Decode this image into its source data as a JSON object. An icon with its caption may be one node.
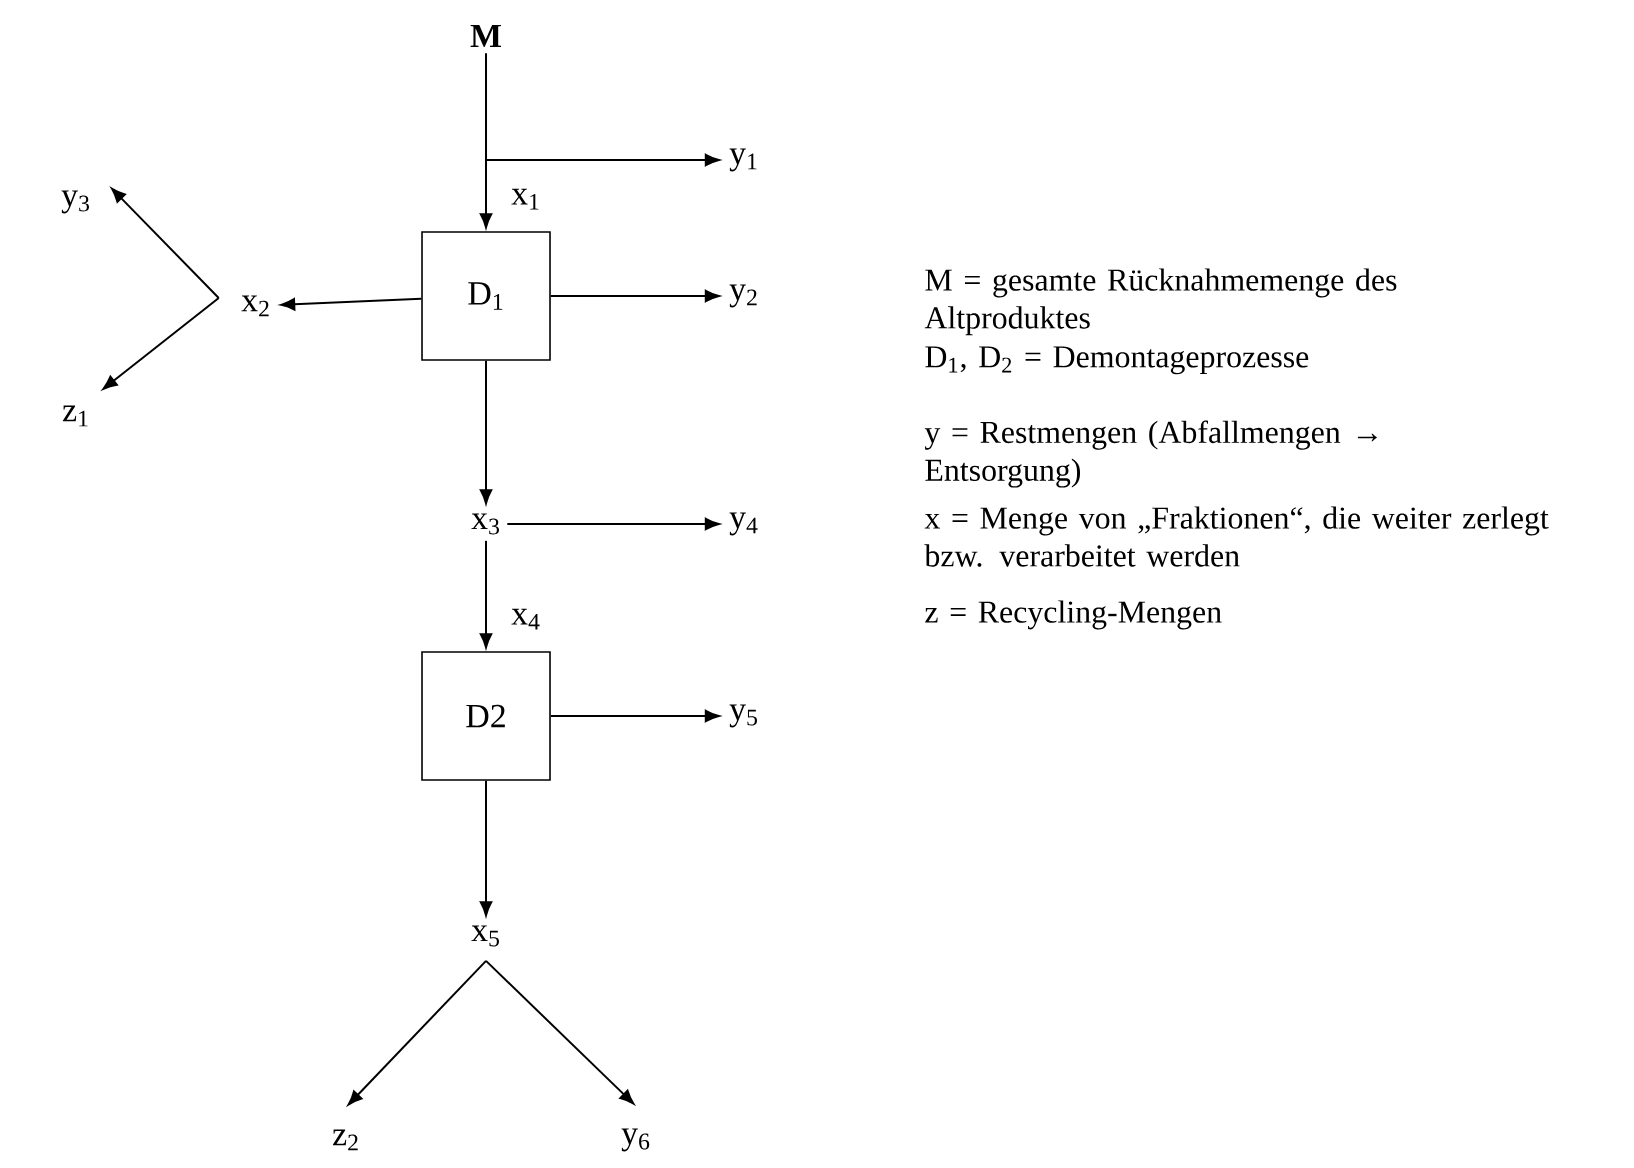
{
  "diagram": {
    "nodes": [
      {
        "text": [
          "M"
        ]
      },
      {
        "text": [
          "y$_{1}$"
        ]
      },
      {
        "text": [
          "D$_{1}$"
        ]
      },
      {
        "text": [
          "x$_{2}$"
        ]
      },
      {
        "text": [
          "y$_{3}$"
        ]
      },
      {
        "text": [
          "z$_{1}$"
        ]
      },
      {
        "text": [
          "y$_{2}$"
        ]
      },
      {
        "text": [
          "x$_{3}$"
        ]
      },
      {
        "text": [
          "y$_{4}$"
        ]
      },
      {
        "text": [
          "D2"
        ]
      },
      {
        "text": [
          "y$_{5}$"
        ]
      },
      {
        "text": [
          "x$_{5}$"
        ]
      },
      {
        "text": [
          "z$_{2}$"
        ]
      },
      {
        "text": [
          "y$_{6}$"
        ]
      }
    ],
    "edges": [
      {
        "from": 0,
        "to": 2,
        "arrow": "to",
        "label": "x$_{1}$"
      },
      {
        "from": 0,
        "to": 1,
        "arrow": "to"
      },
      {
        "from": 2,
        "to": 3,
        "arrow": "to"
      },
      {
        "from": 3,
        "to": 4,
        "arrow": "to"
      },
      {
        "from": 3,
        "to": 5,
        "arrow": "to"
      },
      {
        "from": 2,
        "to": 6,
        "arrow": "to"
      },
      {
        "from": 2,
        "to": 7,
        "arrow": "to"
      },
      {
        "from": 7,
        "to": 8,
        "arrow": "to"
      },
      {
        "from": 7,
        "to": 9,
        "arrow": "to",
        "label": "x$_{4}$"
      },
      {
        "from": 9,
        "to": 10,
        "arrow": "to"
      },
      {
        "from": 9,
        "to": 11,
        "arrow": "to"
      },
      {
        "from": 11,
        "to": 12,
        "arrow": "to"
      },
      {
        "from": 11,
        "to": 13,
        "arrow": "to"
      }
    ],
    "labels": [
      "M = gesamte Rücknahmemenge des Altproduktes",
      "D$_{1}$, D$_{2}$ = Demontageprozesse",
      "y = Restmengen (Abfallmengen → Entsorgung)",
      "x = Menge von „Fraktionen“, die weiter zerlegt bzw. verarbeitet werden",
      "z = Recycling-Mengen"
    ]
  }
}
